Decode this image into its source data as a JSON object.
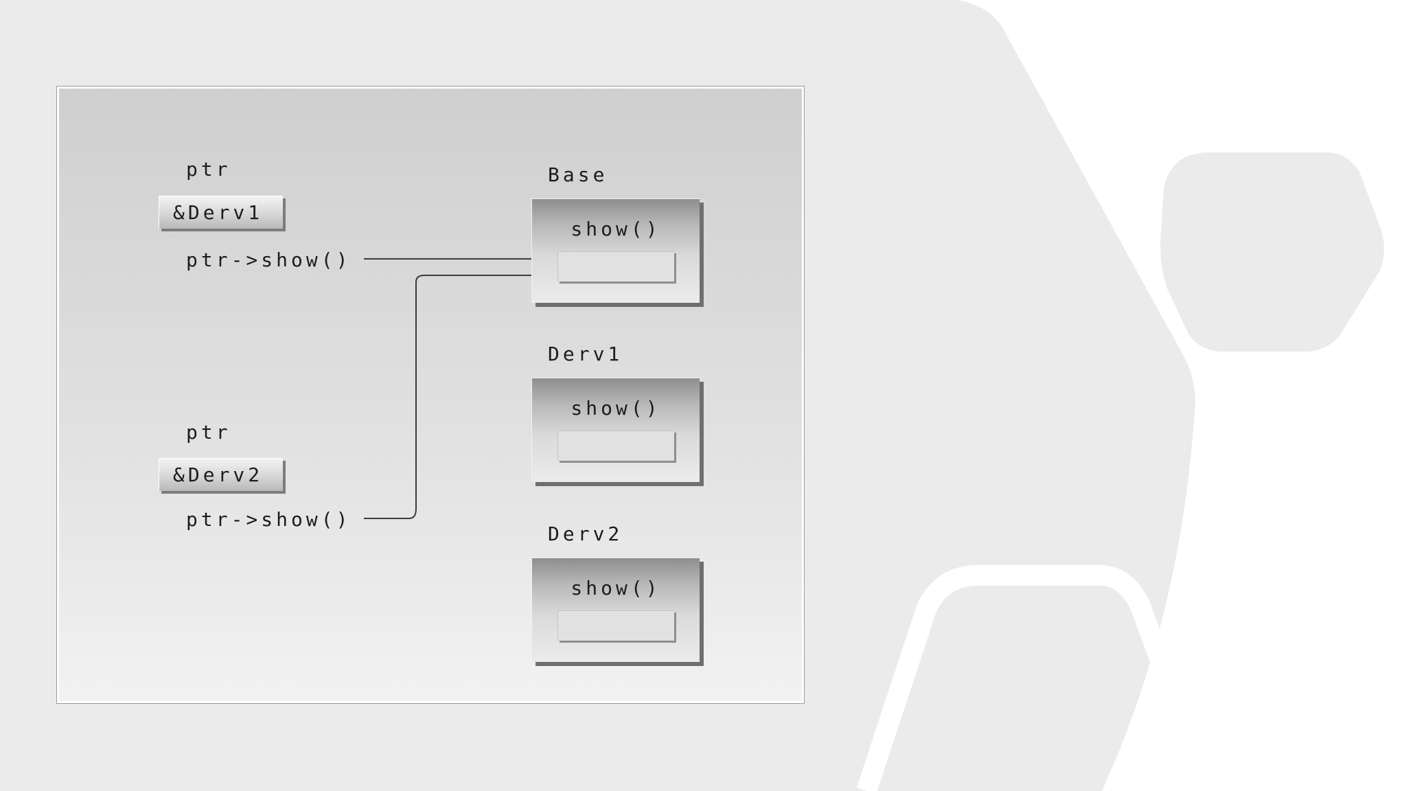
{
  "diagram": {
    "pointer_blocks": [
      {
        "label": "ptr",
        "value": "&Derv1",
        "call": "ptr->show()"
      },
      {
        "label": "ptr",
        "value": "&Derv2",
        "call": "ptr->show()"
      }
    ],
    "objects": [
      {
        "name": "Base",
        "member": "show()"
      },
      {
        "name": "Derv1",
        "member": "show()"
      },
      {
        "name": "Derv2",
        "member": "show()"
      }
    ]
  },
  "colors": {
    "slide_background": "#ebebeb",
    "hexagon_fill": "#ffffff",
    "line": "#3a3a3a"
  }
}
